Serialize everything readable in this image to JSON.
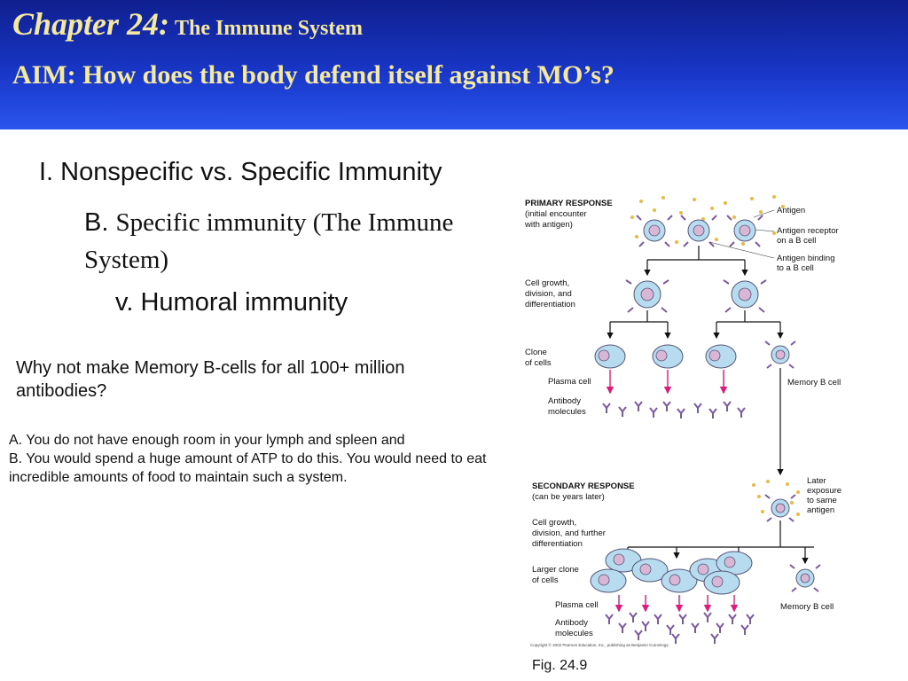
{
  "header": {
    "chapter": "Chapter 24:",
    "chapter_subtitle": "The Immune System",
    "aim": "AIM: How does the body defend itself  against MO’s?"
  },
  "outline": {
    "level1": "I. Nonspecific vs. Specific Immunity",
    "level2_prefix": "B.",
    "level2_text": "Specific immunity (The Immune System)",
    "level3": "v. Humoral immunity"
  },
  "question": "Why not make Memory B-cells for all 100+ million antibodies?",
  "answers": {
    "a": "A. You do not have enough room in your lymph and spleen and",
    "b": "B. You would spend a huge amount of ATP to do this. You would need to eat incredible amounts of food to maintain such a system."
  },
  "figure": {
    "primary_title": "PRIMARY RESPONSE",
    "primary_sub1": "(initial encounter",
    "primary_sub2": "with antigen)",
    "antigen": "Antigen",
    "receptor1": "Antigen receptor",
    "receptor2": "on a B cell",
    "binding1": "Antigen binding",
    "binding2": "to a B cell",
    "growth1_a": "Cell growth,",
    "growth1_b": "division, and",
    "growth1_c": "differentiation",
    "clone_a": "Clone",
    "clone_b": "of cells",
    "plasma1": "Plasma cell",
    "memory1": "Memory B cell",
    "antibody1_a": "Antibody",
    "antibody1_b": "molecules",
    "secondary_title": "SECONDARY RESPONSE",
    "secondary_sub": "(can be years later)",
    "later_a": "Later",
    "later_b": "exposure",
    "later_c": "to same",
    "later_d": "antigen",
    "growth2_a": "Cell growth,",
    "growth2_b": "division, and further",
    "growth2_c": "differentiation",
    "larger_a": "Larger clone",
    "larger_b": "of cells",
    "plasma2": "Plasma cell",
    "memory2": "Memory B cell",
    "antibody2_a": "Antibody",
    "antibody2_b": "molecules",
    "copyright": "Copyright © 2002 Pearson Education, Inc., publishing as Benjamin Cummings."
  },
  "figure_caption": "Fig. 24.9",
  "colors": {
    "header_top": "#0f1f8e",
    "header_bottom": "#2a55ee",
    "title_text": "#f5e9a2",
    "antigen_dot": "#e8b84a",
    "cell_fill": "#b7dcf0",
    "nucleus": "#d9b6d6",
    "antibody": "#7a5aa0",
    "plasma_arrow": "#e0197a"
  }
}
